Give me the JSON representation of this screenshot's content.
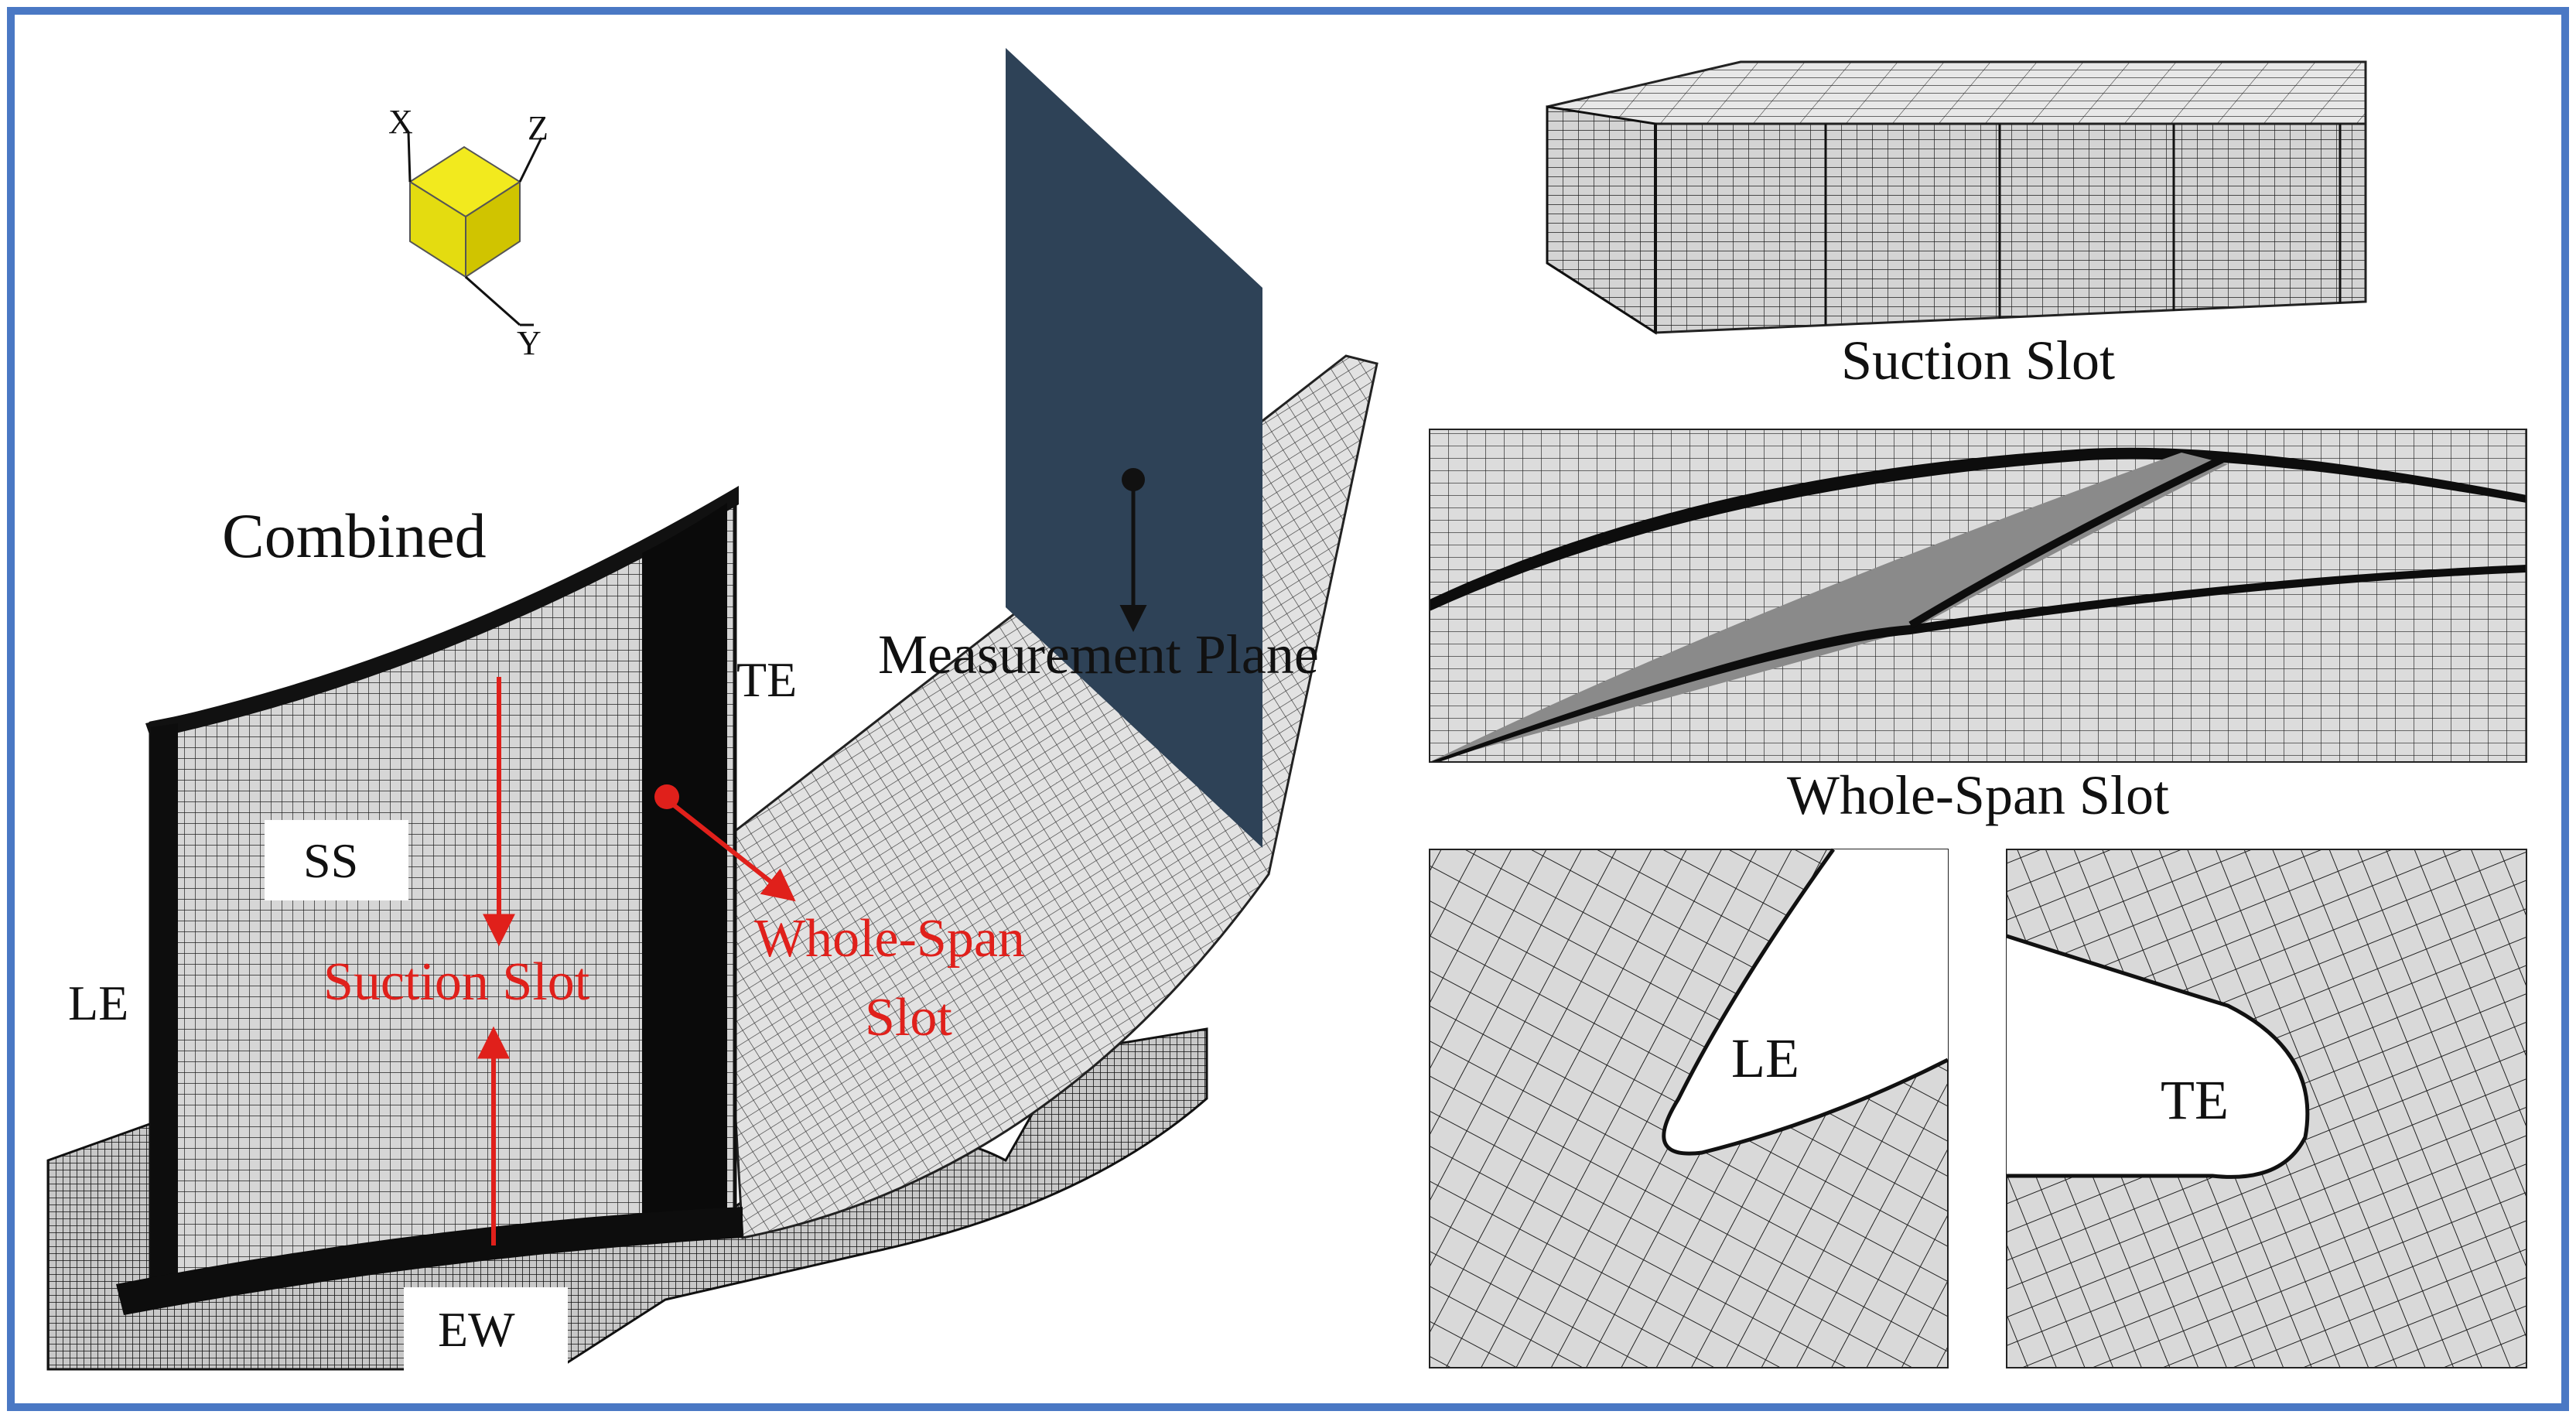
{
  "colors": {
    "frame": "#4a78c4",
    "mesh_fill": "#d9d9d9",
    "mesh_line": "#1a1a1a",
    "plane": "#2e4257",
    "annotation_red": "#e0201b",
    "axis_cube": "#f2ea1e"
  },
  "icons": {
    "axis_triad": "axis-triad-icon",
    "probe_point": "probe-point-icon"
  },
  "axes": {
    "x": "X",
    "y": "Y",
    "z": "Z"
  },
  "left_panel": {
    "title": "Combined",
    "measurement_plane": "Measurement Plane",
    "te": "TE",
    "le": "LE",
    "ss": "SS",
    "ew": "EW",
    "suction_slot": "Suction Slot",
    "whole_span_line1": "Whole-Span",
    "whole_span_line2": "Slot"
  },
  "right_panels": {
    "suction_slot_caption": "Suction Slot",
    "whole_span_caption": "Whole-Span Slot",
    "le_label": "LE",
    "te_label": "TE"
  }
}
